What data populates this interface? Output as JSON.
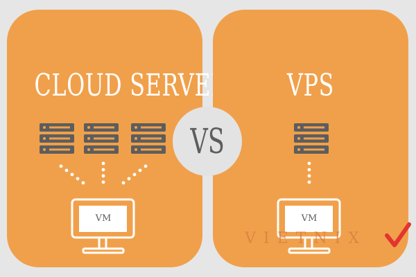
{
  "colors": {
    "background": "#e6e6e6",
    "panel": "#f0a04b",
    "icon_gray": "#5d5d5d",
    "vs_circle": "#e3e3e3",
    "outline": "#ffffff",
    "watermark": "#d77d41",
    "check_red": "#e3342f"
  },
  "left_panel": {
    "title": "CLOUD SERVER",
    "server_count": 3,
    "server_icon": "server-stack-icon",
    "monitor_icon": "monitor-icon",
    "vm_label": "VM"
  },
  "right_panel": {
    "title": "VPS",
    "server_count": 1,
    "server_icon": "server-stack-icon",
    "monitor_icon": "monitor-icon",
    "vm_label": "VM"
  },
  "vs": {
    "label": "VS"
  },
  "watermark": {
    "text": "VIETNIX",
    "icon": "checkmark-icon"
  }
}
